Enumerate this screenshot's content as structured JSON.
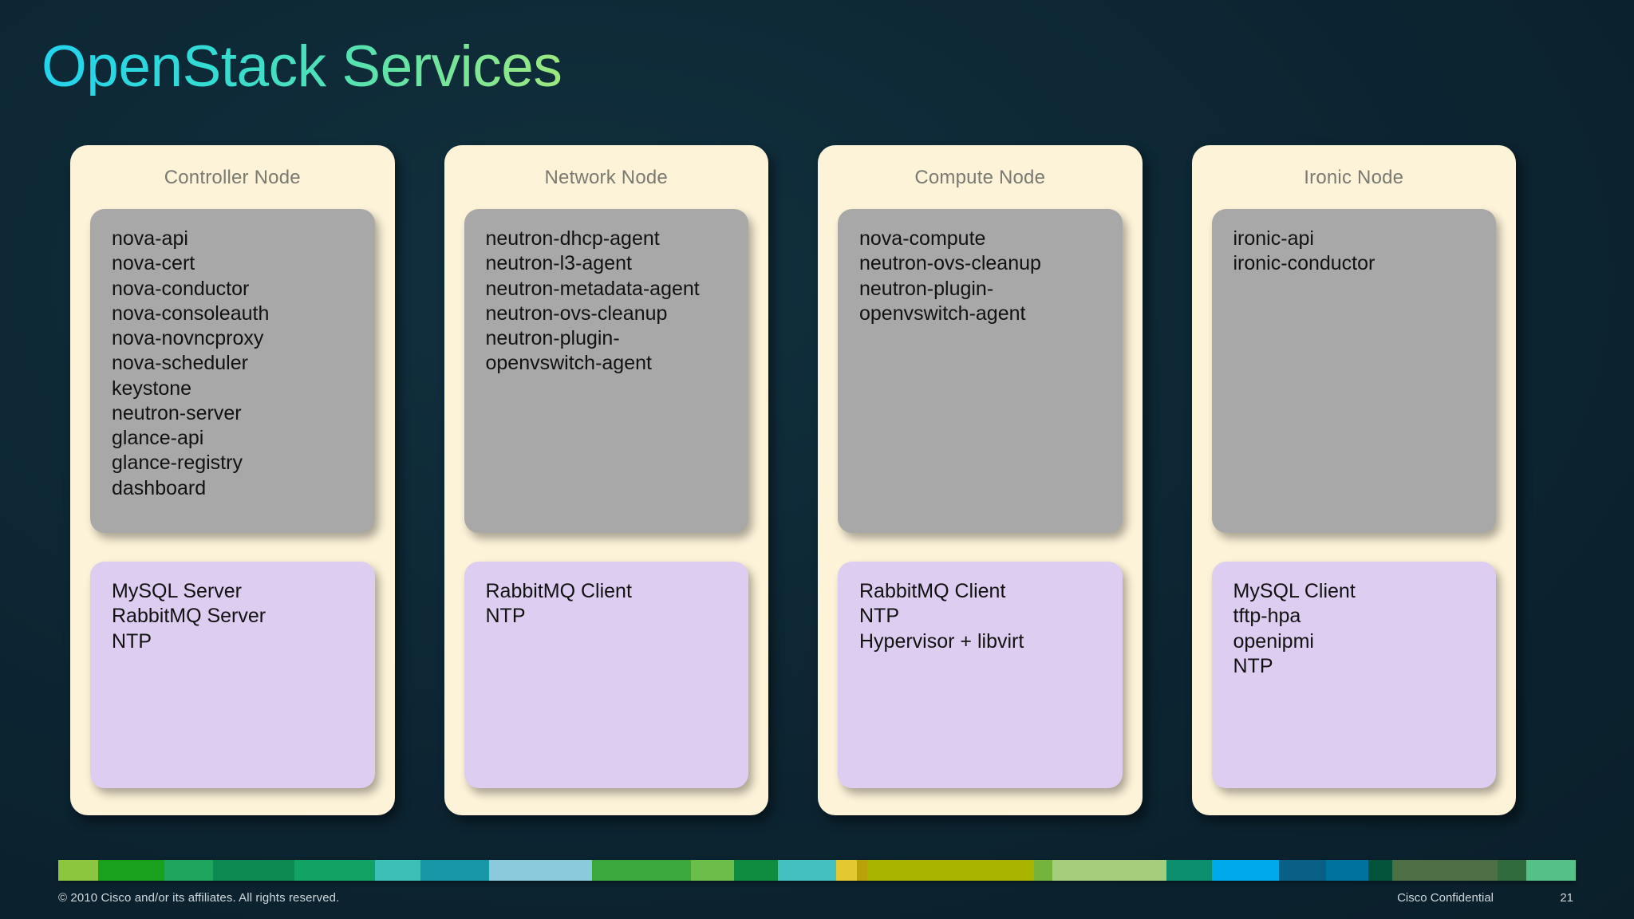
{
  "slide": {
    "title": "OpenStack Services",
    "background_color": "#0d2834",
    "title_gradient": [
      "#22d3ee",
      "#9ee87e"
    ]
  },
  "panels": [
    {
      "title": "Controller Node",
      "services_box": {
        "color": "#a8a8a8",
        "items": [
          "nova-api",
          "nova-cert",
          "nova-conductor",
          "nova-consoleauth",
          "nova-novncproxy",
          "nova-scheduler",
          "keystone",
          "neutron-server",
          "glance-api",
          "glance-registry",
          "dashboard"
        ]
      },
      "support_box": {
        "color": "#ddcdf0",
        "items": [
          "MySQL Server",
          "RabbitMQ Server",
          "NTP"
        ]
      }
    },
    {
      "title": "Network Node",
      "services_box": {
        "color": "#a8a8a8",
        "items": [
          "neutron-dhcp-agent",
          "neutron-l3-agent",
          "neutron-metadata-agent",
          "neutron-ovs-cleanup",
          "neutron-plugin-",
          "openvswitch-agent"
        ]
      },
      "support_box": {
        "color": "#ddcdf0",
        "items": [
          "RabbitMQ Client",
          "NTP"
        ]
      }
    },
    {
      "title": "Compute Node",
      "services_box": {
        "color": "#a8a8a8",
        "items": [
          "nova-compute",
          "neutron-ovs-cleanup",
          "neutron-plugin-",
          "openvswitch-agent"
        ]
      },
      "support_box": {
        "color": "#ddcdf0",
        "items": [
          "RabbitMQ Client",
          "NTP",
          "Hypervisor + libvirt"
        ]
      }
    },
    {
      "title": "Ironic Node",
      "services_box": {
        "color": "#a8a8a8",
        "items": [
          "ironic-api",
          "ironic-conductor"
        ]
      },
      "support_box": {
        "color": "#ddcdf0",
        "items": [
          "MySQL Client",
          "tftp-hpa",
          "openipmi",
          "NTP"
        ]
      }
    }
  ],
  "colorbar": [
    {
      "color": "#8cc63e",
      "width": 4.6
    },
    {
      "color": "#19a11e",
      "width": 7.5
    },
    {
      "color": "#1fa55e",
      "width": 5.6
    },
    {
      "color": "#0d8a52",
      "width": 9.3
    },
    {
      "color": "#11a264",
      "width": 9.2
    },
    {
      "color": "#3dbfb8",
      "width": 5.2
    },
    {
      "color": "#1897a8",
      "width": 7.8
    },
    {
      "color": "#8bc9dd",
      "width": 11.8
    },
    {
      "color": "#3aa83c",
      "width": 11.3
    },
    {
      "color": "#6cbe4a",
      "width": 4.9
    },
    {
      "color": "#0f8c3f",
      "width": 5.0
    },
    {
      "color": "#45c0c0",
      "width": 6.6
    },
    {
      "color": "#e4c832",
      "width": 2.4
    },
    {
      "color": "#b8a20a",
      "width": 1.2
    },
    {
      "color": "#a8b400",
      "width": 19.0
    },
    {
      "color": "#74b33c",
      "width": 2.1
    },
    {
      "color": "#a4cd7c",
      "width": 13.1
    },
    {
      "color": "#0b8f6e",
      "width": 5.2
    },
    {
      "color": "#00a8ec",
      "width": 7.6
    },
    {
      "color": "#0a5f86",
      "width": 5.4
    },
    {
      "color": "#00729e",
      "width": 4.8
    },
    {
      "color": "#03543a",
      "width": 2.8
    },
    {
      "color": "#4c6f46",
      "width": 12.0
    },
    {
      "color": "#2f6b3c",
      "width": 3.3
    },
    {
      "color": "#55c188",
      "width": 5.6
    }
  ],
  "footer": {
    "copyright": "© 2010 Cisco and/or its affiliates. All rights reserved.",
    "confidential": "Cisco Confidential",
    "page_number": "21"
  }
}
